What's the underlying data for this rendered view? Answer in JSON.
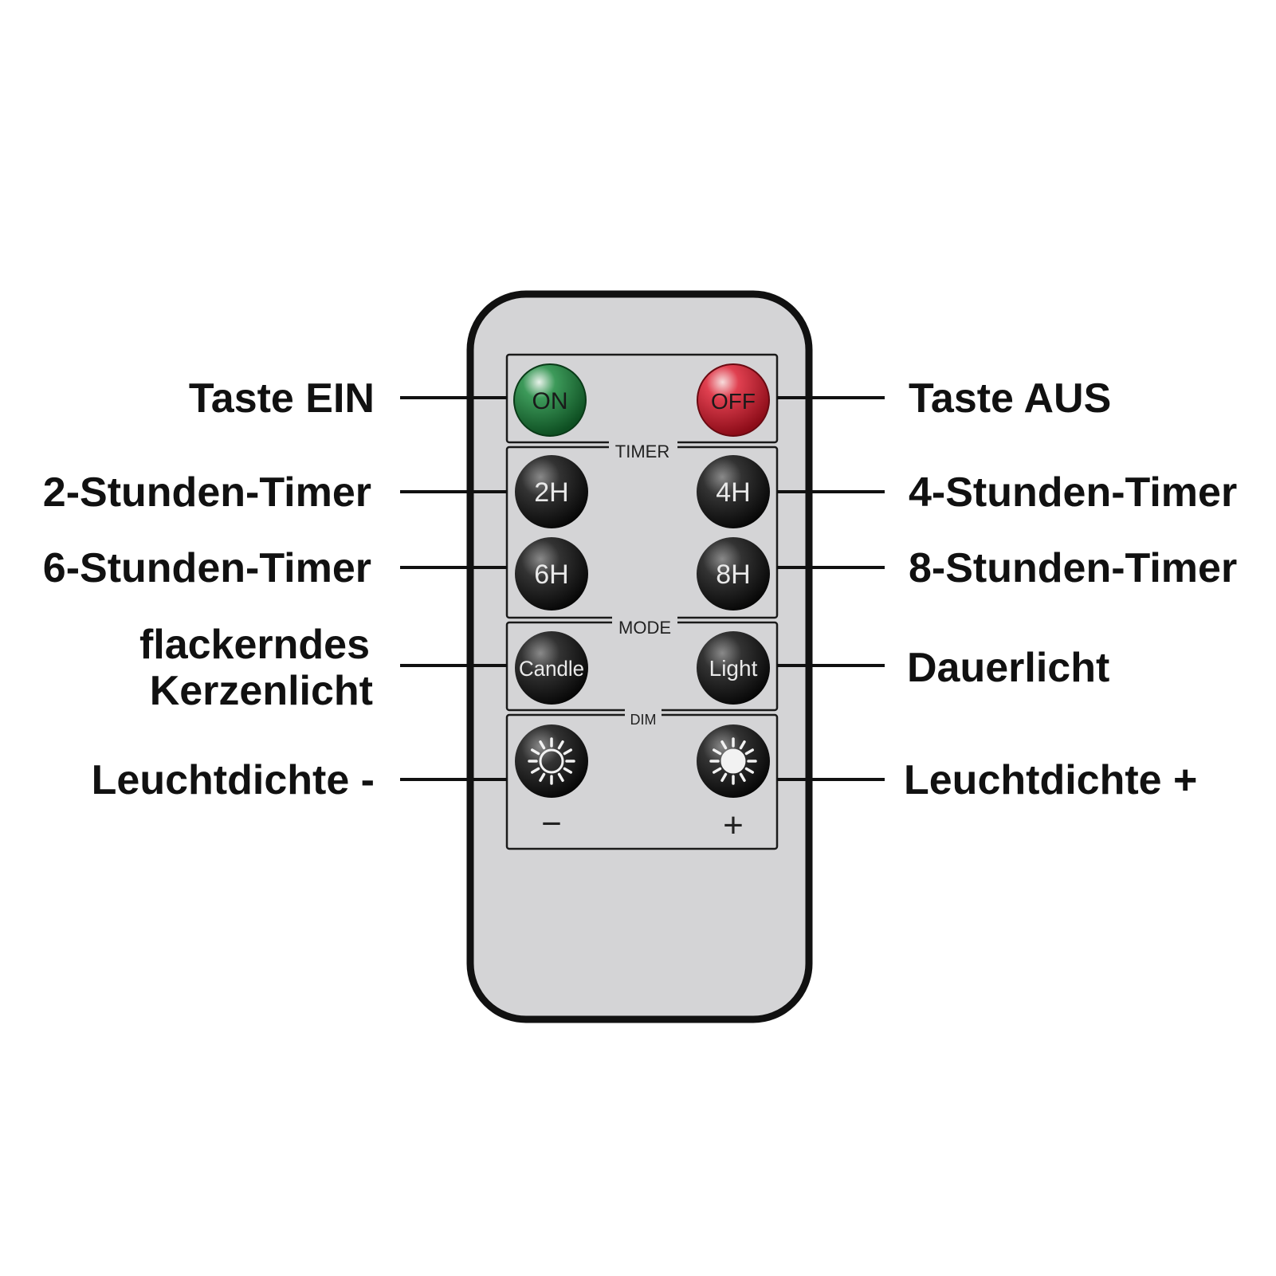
{
  "remote": {
    "groups": {
      "timer": "TIMER",
      "mode": "MODE",
      "dim": "DIM"
    },
    "buttons": {
      "on": "ON",
      "off": "OFF",
      "h2": "2H",
      "h4": "4H",
      "h6": "6H",
      "h8": "8H",
      "candle": "Candle",
      "light": "Light"
    },
    "dim_signs": {
      "minus": "−",
      "plus": "+"
    },
    "colors": {
      "on": "#1e7a3c",
      "off": "#c4182b",
      "body": "#d4d4d6",
      "button": "#1a1a1a"
    }
  },
  "callouts": {
    "on": "Taste EIN",
    "off": "Taste AUS",
    "timer2": "2-Stunden-Timer",
    "timer4": "4-Stunden-Timer",
    "timer6": "6-Stunden-Timer",
    "timer8": "8-Stunden-Timer",
    "candle_line1": "flackerndes",
    "candle_line2": "Kerzenlicht",
    "light": "Dauerlicht",
    "dim_minus": "Leuchtdichte -",
    "dim_plus": "Leuchtdichte +"
  }
}
